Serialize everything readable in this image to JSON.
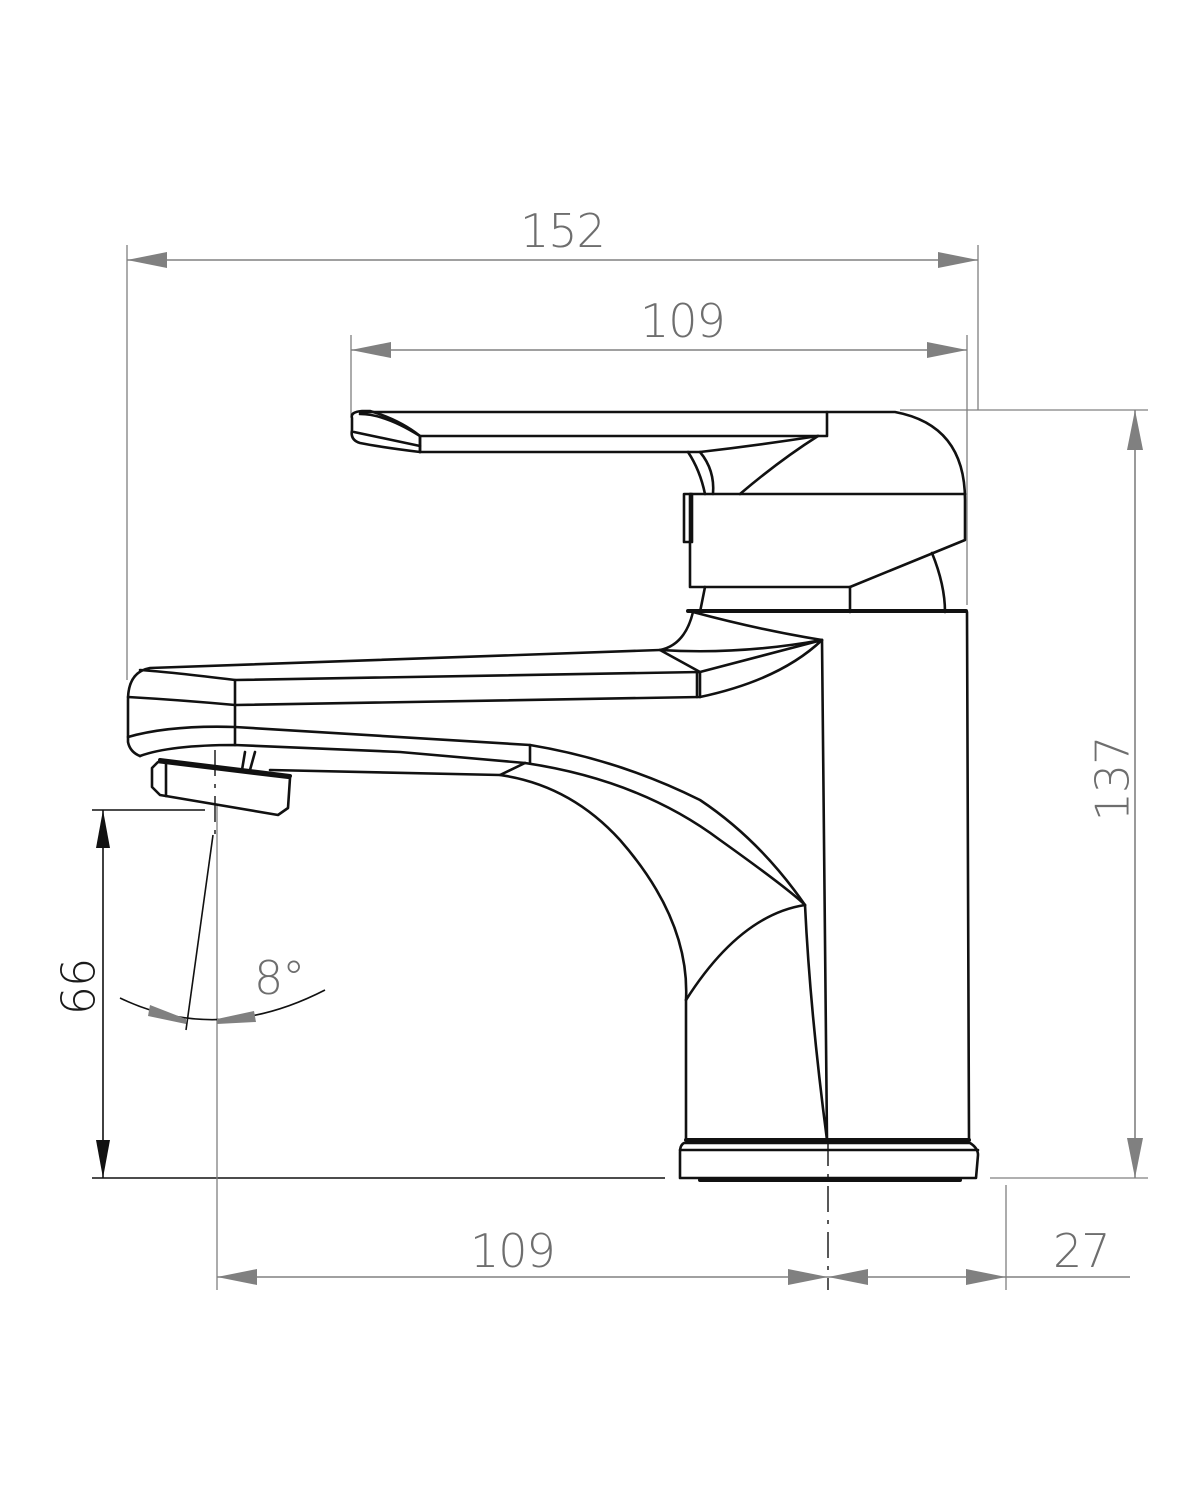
{
  "drawing": {
    "subject": "single-lever basin mixer tap, side elevation",
    "units": "mm",
    "colors": {
      "outline": "#111111",
      "dimension": "#808080",
      "label": "#6e6e6e",
      "background": "#ffffff"
    }
  },
  "dimensions": {
    "overall_width": {
      "value": "152",
      "orientation": "horizontal"
    },
    "lever_width": {
      "value": "109",
      "orientation": "horizontal"
    },
    "overall_height": {
      "value": "137",
      "orientation": "vertical"
    },
    "spout_clearance": {
      "value": "66",
      "orientation": "vertical"
    },
    "spout_reach": {
      "value": "109",
      "orientation": "horizontal"
    },
    "base_offset": {
      "value": "27",
      "orientation": "horizontal"
    },
    "aerator_angle": {
      "value": "8°",
      "orientation": "angular"
    }
  }
}
